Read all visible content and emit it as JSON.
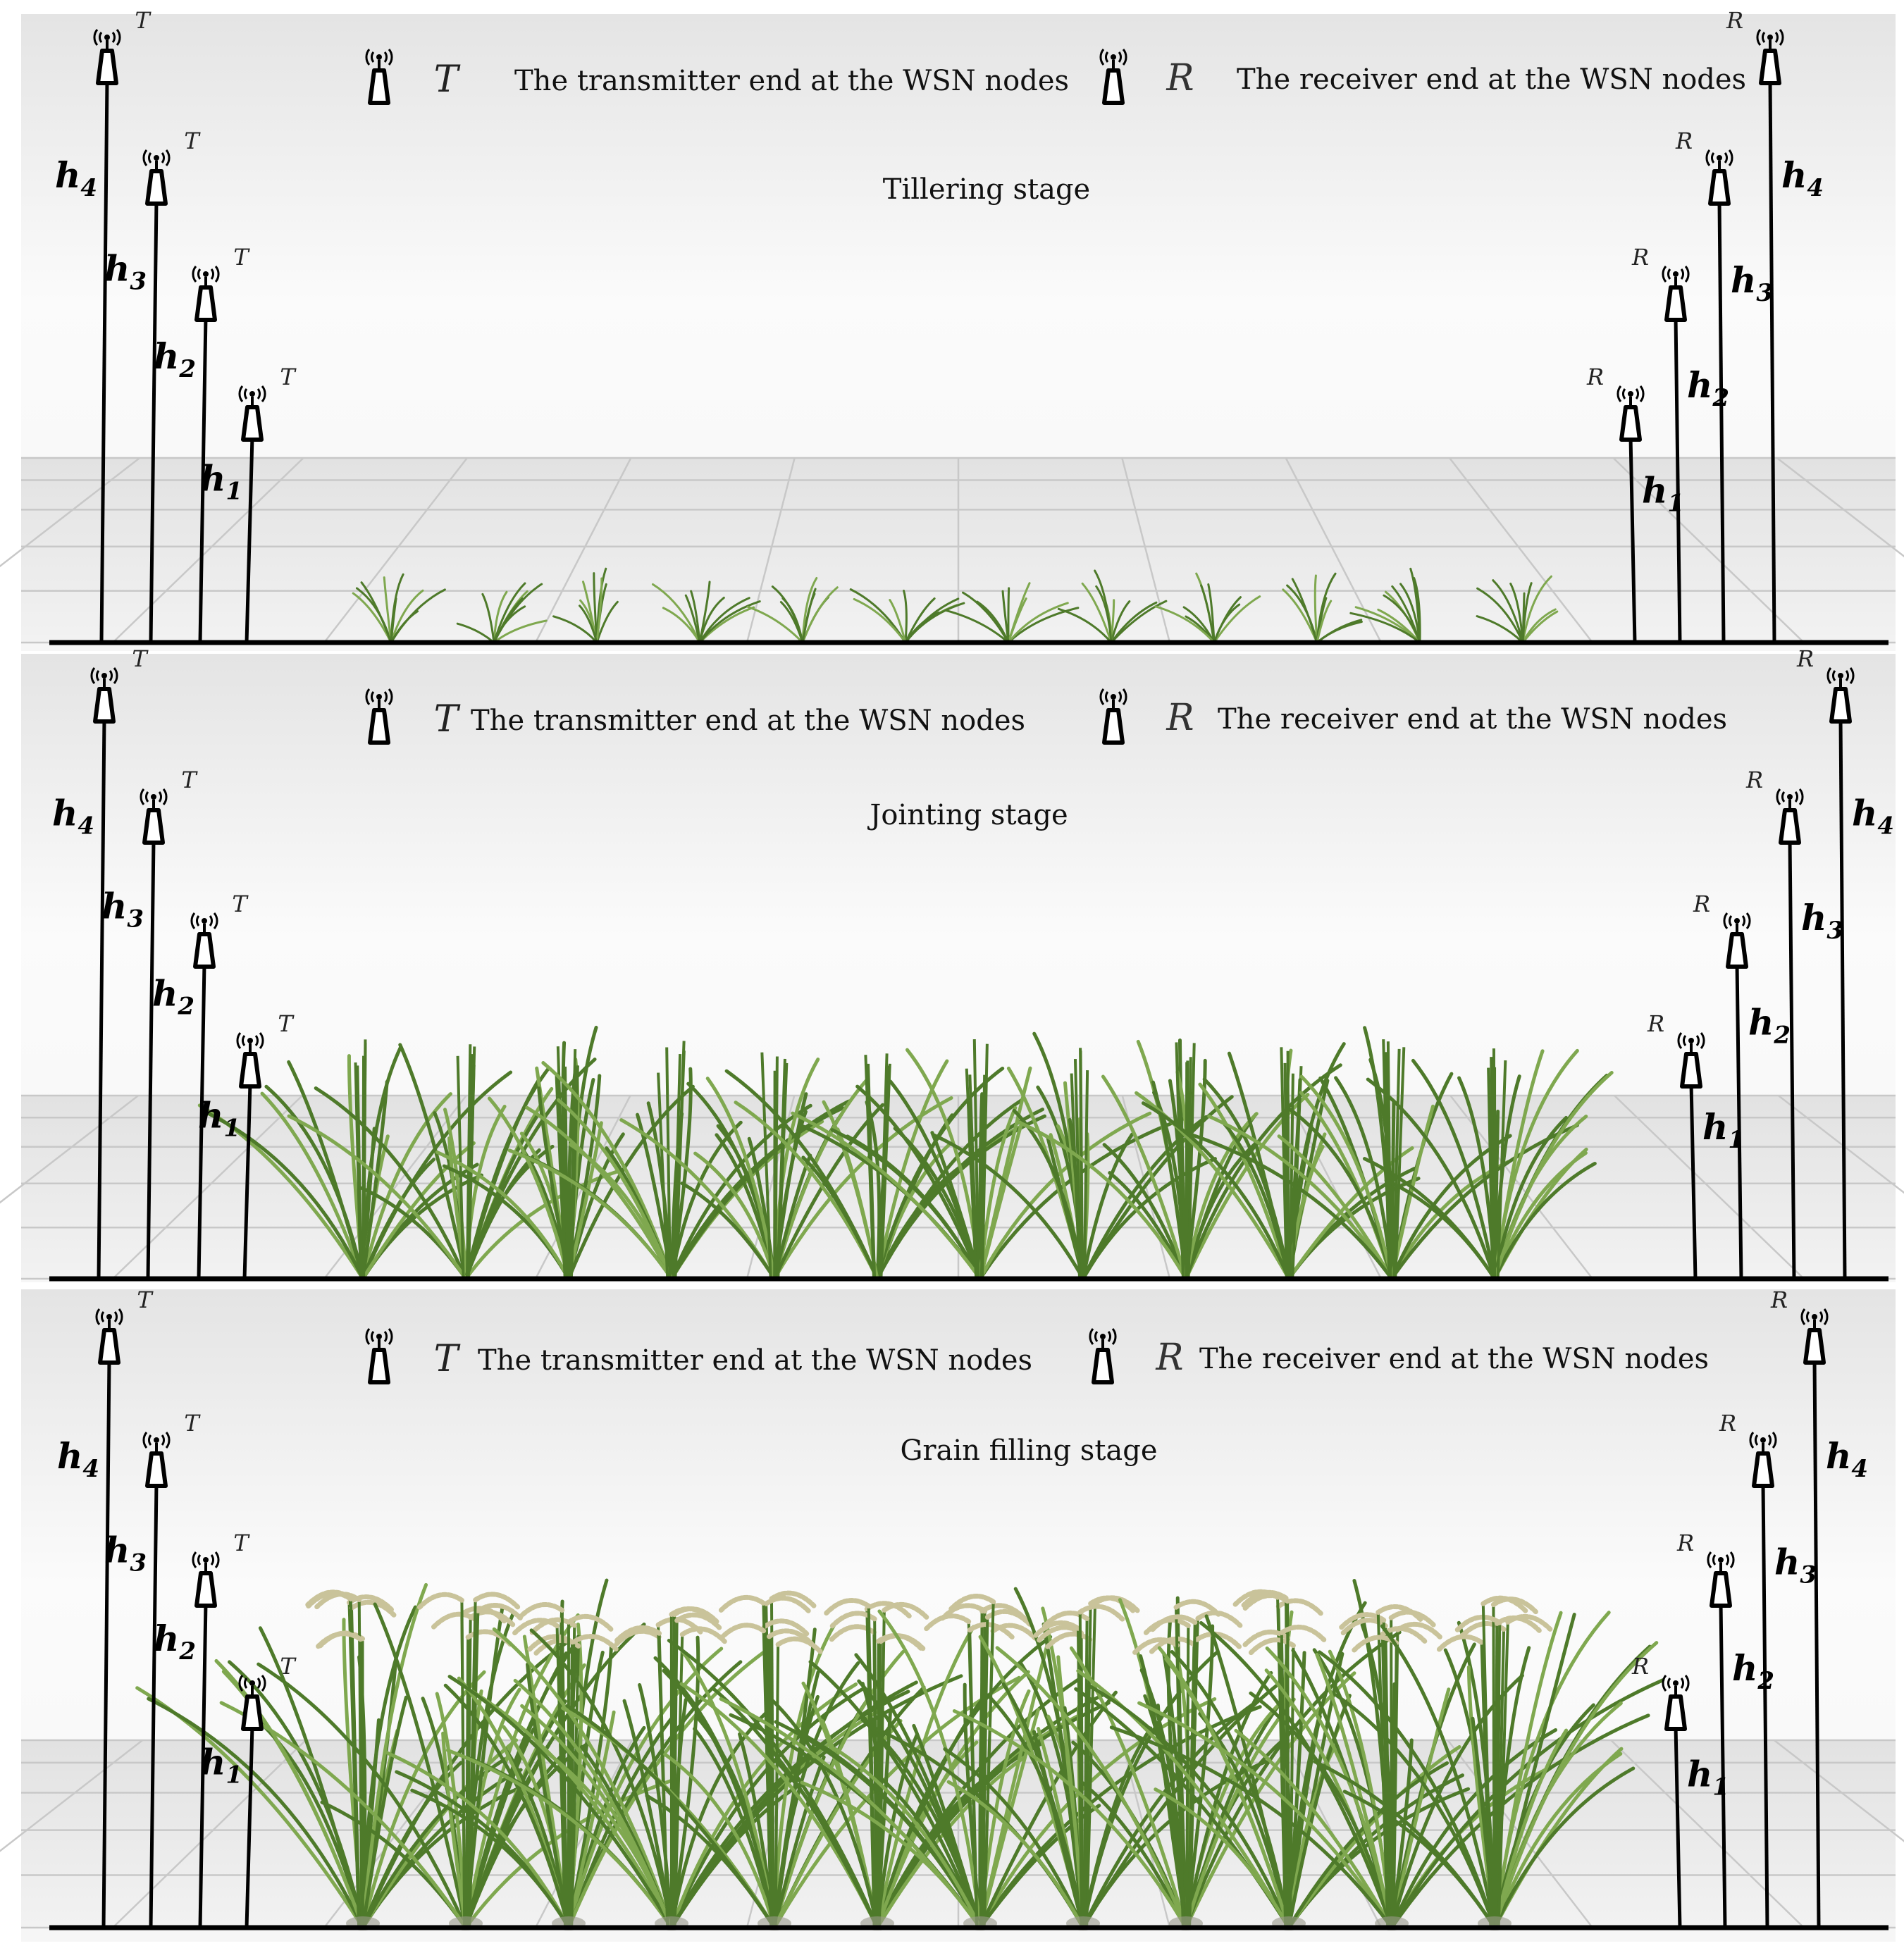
{
  "panels": [
    {
      "stage": "Tillering stage",
      "legend": {
        "t_symbol": "T",
        "t_text": "The transmitter end  at the WSN nodes",
        "r_symbol": "R",
        "r_text": "The receiver end at the WSN nodes"
      },
      "plant_count": 12,
      "plant_growth": "tillering",
      "left_nodes": [
        {
          "height_label": "h",
          "height_sub": "4",
          "end_label": "T"
        },
        {
          "height_label": "h",
          "height_sub": "3",
          "end_label": "T"
        },
        {
          "height_label": "h",
          "height_sub": "2",
          "end_label": "T"
        },
        {
          "height_label": "h",
          "height_sub": "1",
          "end_label": "T"
        }
      ],
      "right_nodes": [
        {
          "height_label": "h",
          "height_sub": "1",
          "end_label": "R"
        },
        {
          "height_label": "h",
          "height_sub": "2",
          "end_label": "R"
        },
        {
          "height_label": "h",
          "height_sub": "3",
          "end_label": "R"
        },
        {
          "height_label": "h",
          "height_sub": "4",
          "end_label": "R"
        }
      ]
    },
    {
      "stage": "Jointing stage",
      "legend": {
        "t_symbol": "T",
        "t_text": "The transmitter end  at the WSN nodes",
        "r_symbol": "R",
        "r_text": "The receiver end at the WSN nodes"
      },
      "plant_count": 12,
      "plant_growth": "jointing",
      "left_nodes": [
        {
          "height_label": "h",
          "height_sub": "4",
          "end_label": "T"
        },
        {
          "height_label": "h",
          "height_sub": "3",
          "end_label": "T"
        },
        {
          "height_label": "h",
          "height_sub": "2",
          "end_label": "T"
        },
        {
          "height_label": "h",
          "height_sub": "1",
          "end_label": "T"
        }
      ],
      "right_nodes": [
        {
          "height_label": "h",
          "height_sub": "1",
          "end_label": "R"
        },
        {
          "height_label": "h",
          "height_sub": "2",
          "end_label": "R"
        },
        {
          "height_label": "h",
          "height_sub": "3",
          "end_label": "R"
        },
        {
          "height_label": "h",
          "height_sub": "4",
          "end_label": "R"
        }
      ]
    },
    {
      "stage": "Grain filling stage",
      "legend": {
        "t_symbol": "T",
        "t_text": "The transmitter end  at the WSN nodes",
        "r_symbol": "R",
        "r_text": "The  receiver end at the WSN nodes"
      },
      "plant_count": 12,
      "plant_growth": "grain-filling",
      "left_nodes": [
        {
          "height_label": "h",
          "height_sub": "4",
          "end_label": "T"
        },
        {
          "height_label": "h",
          "height_sub": "3",
          "end_label": "T"
        },
        {
          "height_label": "h",
          "height_sub": "2",
          "end_label": "T"
        },
        {
          "height_label": "h",
          "height_sub": "1",
          "end_label": "T"
        }
      ],
      "right_nodes": [
        {
          "height_label": "h",
          "height_sub": "1",
          "end_label": "R"
        },
        {
          "height_label": "h",
          "height_sub": "2",
          "end_label": "R"
        },
        {
          "height_label": "h",
          "height_sub": "3",
          "end_label": "R"
        },
        {
          "height_label": "h",
          "height_sub": "4",
          "end_label": "R"
        }
      ]
    }
  ],
  "colors": {
    "pole": "#000000",
    "grid": "#c8c8c8",
    "leaf": "#4e7a2a",
    "leaf_light": "#7fa84f",
    "panicle": "#c9c39a"
  }
}
